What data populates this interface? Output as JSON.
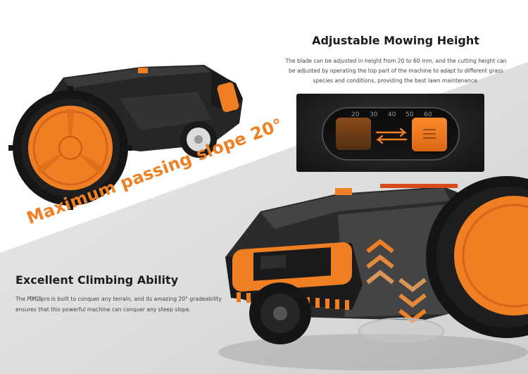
{
  "slope_label": "Maximum passing slope 20°",
  "height_section": {
    "title": "Adjustable Mowing Height",
    "description": "The blade can be adjusted in height from 20 to 60 mm, and the cutting height can be adjusted by operating the top part of the machine to adapt to different grass species and conditions, providing the best lawn maintenance.",
    "dial_ticks": [
      "20",
      "30",
      "40",
      "50",
      "60"
    ],
    "arrow_icon": "swap-arrows-icon"
  },
  "climb_section": {
    "title": "Excellent Climbing Ability",
    "desc_prefix": "The ",
    "model": "PDM18pro",
    "desc_suffix": " is built to conquer any terrain, and its amazing 20° gradeability ensures that this powerful machine can conquer any steep slope."
  },
  "colors": {
    "accent_orange": "#f07e22",
    "body_black": "#1e1e1e",
    "text_dark": "#1c1c1c"
  }
}
